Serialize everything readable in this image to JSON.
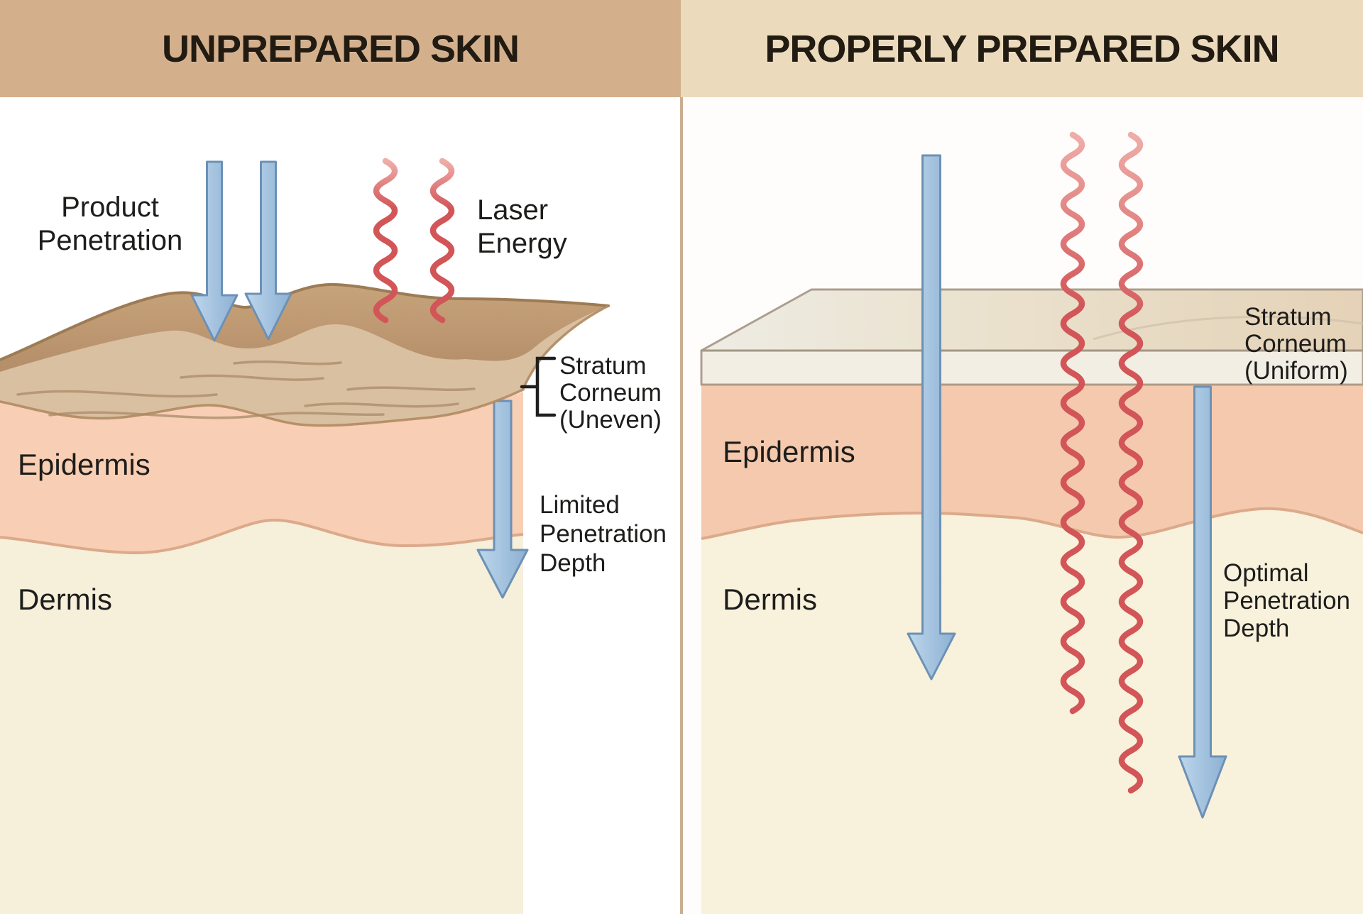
{
  "left_panel": {
    "title": "UNPREPARED SKIN",
    "labels": {
      "product_penetration": {
        "line1": "Product",
        "line2": "Penetration"
      },
      "laser_energy": {
        "line1": "Laser",
        "line2": "Energy"
      },
      "epidermis": "Epidermis",
      "dermis": "Dermis",
      "stratum_corneum": {
        "line1": "Stratum",
        "line2": "Corneum",
        "line3": "(Uneven)"
      },
      "penetration_depth": {
        "line1": "Limited",
        "line2": "Penetration",
        "line3": "Depth"
      }
    }
  },
  "right_panel": {
    "title": "PROPERLY PREPARED SKIN",
    "labels": {
      "epidermis": "Epidermis",
      "dermis": "Dermis",
      "stratum_corneum": {
        "line1": "Stratum",
        "line2": "Corneum",
        "line3": "(Uniform)"
      },
      "penetration_depth": {
        "line1": "Optimal",
        "line2": "Penetration",
        "line3": "Depth"
      }
    }
  },
  "colors": {
    "left_title_band": "#d3af8c",
    "right_title_band": "#ecdabd",
    "title_text": "#221b12",
    "text": "#1d1d1b",
    "divider": "#c9ae93",
    "arrow_fill_light": "#bdd7ec",
    "arrow_fill_dark": "#8db0d3",
    "arrow_border": "#6c91b5",
    "laser_red": "#d25558",
    "laser_red_light": "#efada8",
    "sc_striated": "#d9c0a1",
    "sc_streak": "#ae8f6c",
    "sc_dark_top": "#c6a279",
    "sc_dark_bottom": "#b28b66",
    "sc_outline": "#9c7b55",
    "sc_underside": "#b08a61",
    "epidermis_left": "#f8cfb4",
    "epidermis_right": "#f5c9ad",
    "dermis_left": "#f6efda",
    "dermis_right": "#f8f1dc",
    "layer_boundary": "#dca98b",
    "glass_face": "#f1ede2",
    "glass_top_left": "#edebe2",
    "glass_top_right": "#e3cfb2",
    "glass_edge": "#a49786",
    "bracket": "#1f1f1f"
  }
}
